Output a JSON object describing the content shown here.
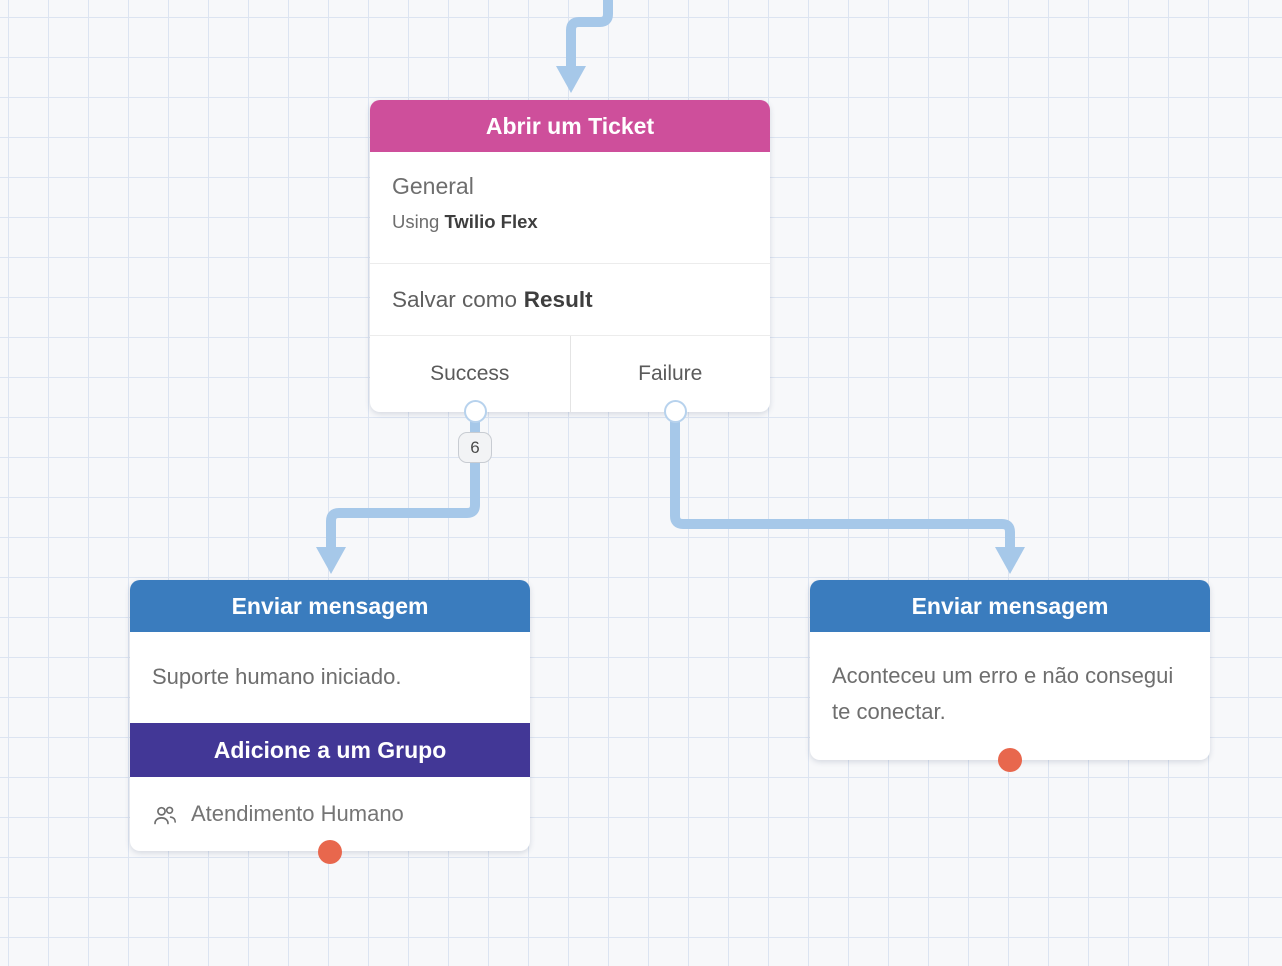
{
  "colors": {
    "canvas-bg": "#F7F8FA",
    "grid-line": "#DCE4F1",
    "connector": "#A6C8E9",
    "node-pink": "#CE4F9B",
    "node-blue": "#3A7CBE",
    "node-purple": "#423796",
    "dot-orange": "#E8674D",
    "text-primary": "#3E3E3E",
    "text-secondary": "#6E6E6E"
  },
  "nodes": {
    "ticket": {
      "title": "Abrir um Ticket",
      "category": "General",
      "using_prefix": "Using",
      "integration": "Twilio Flex",
      "save_prefix": "Salvar como",
      "save_variable": "Result",
      "exits": [
        {
          "label": "Success"
        },
        {
          "label": "Failure"
        }
      ],
      "success_connection_count": "6"
    },
    "success_message": {
      "title": "Enviar mensagem",
      "message": "Suporte humano iniciado.",
      "group_block_title": "Adicione a um Grupo",
      "group_name": "Atendimento Humano",
      "group_icon": "people-icon"
    },
    "failure_message": {
      "title": "Enviar mensagem",
      "message": "Aconteceu um erro e não consegui te conectar."
    }
  }
}
